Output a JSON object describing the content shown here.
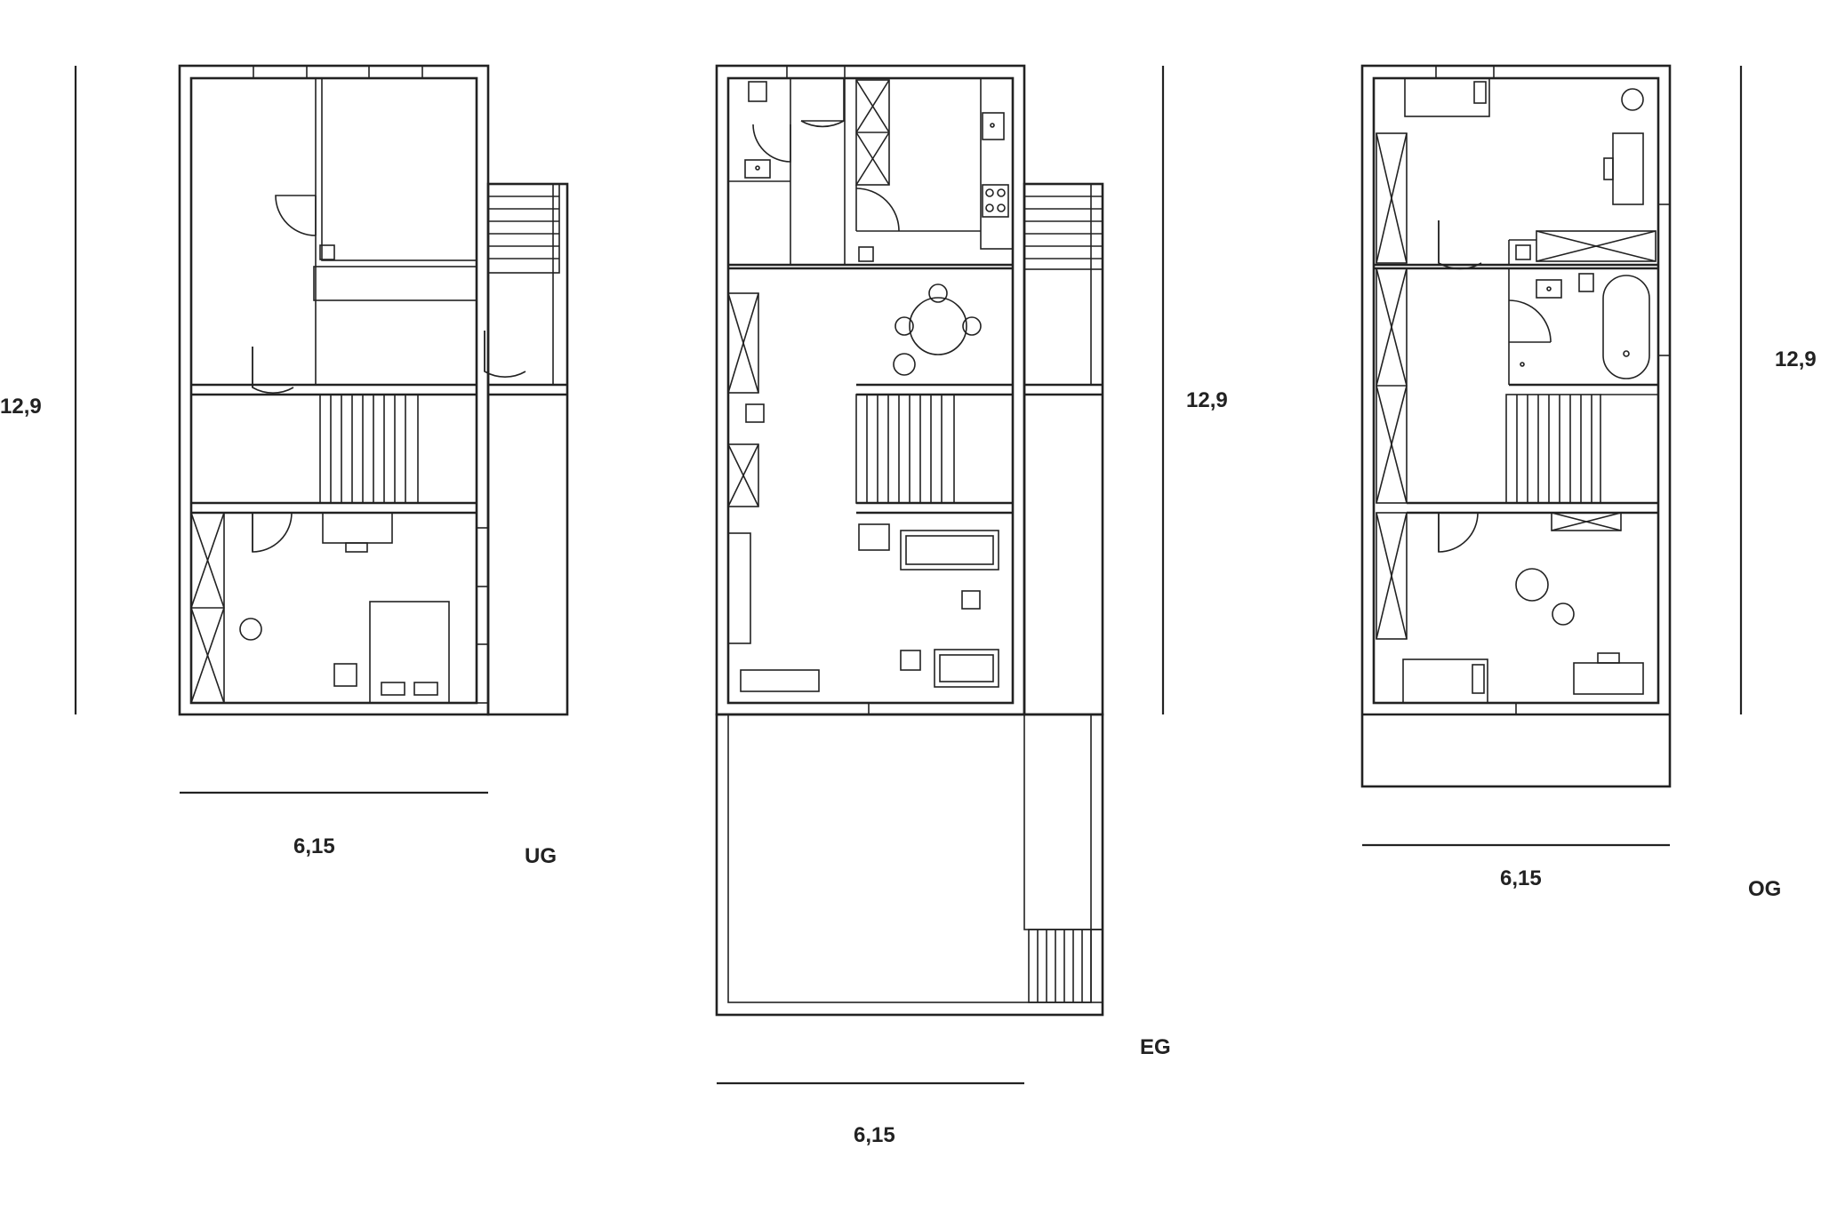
{
  "floors": {
    "ug": {
      "label": "UG",
      "width": "6,15",
      "depth": "12,9"
    },
    "eg": {
      "label": "EG",
      "width": "6,15",
      "depth": "12,9"
    },
    "og": {
      "label": "OG",
      "width": "6,15",
      "depth": "12,9"
    }
  }
}
